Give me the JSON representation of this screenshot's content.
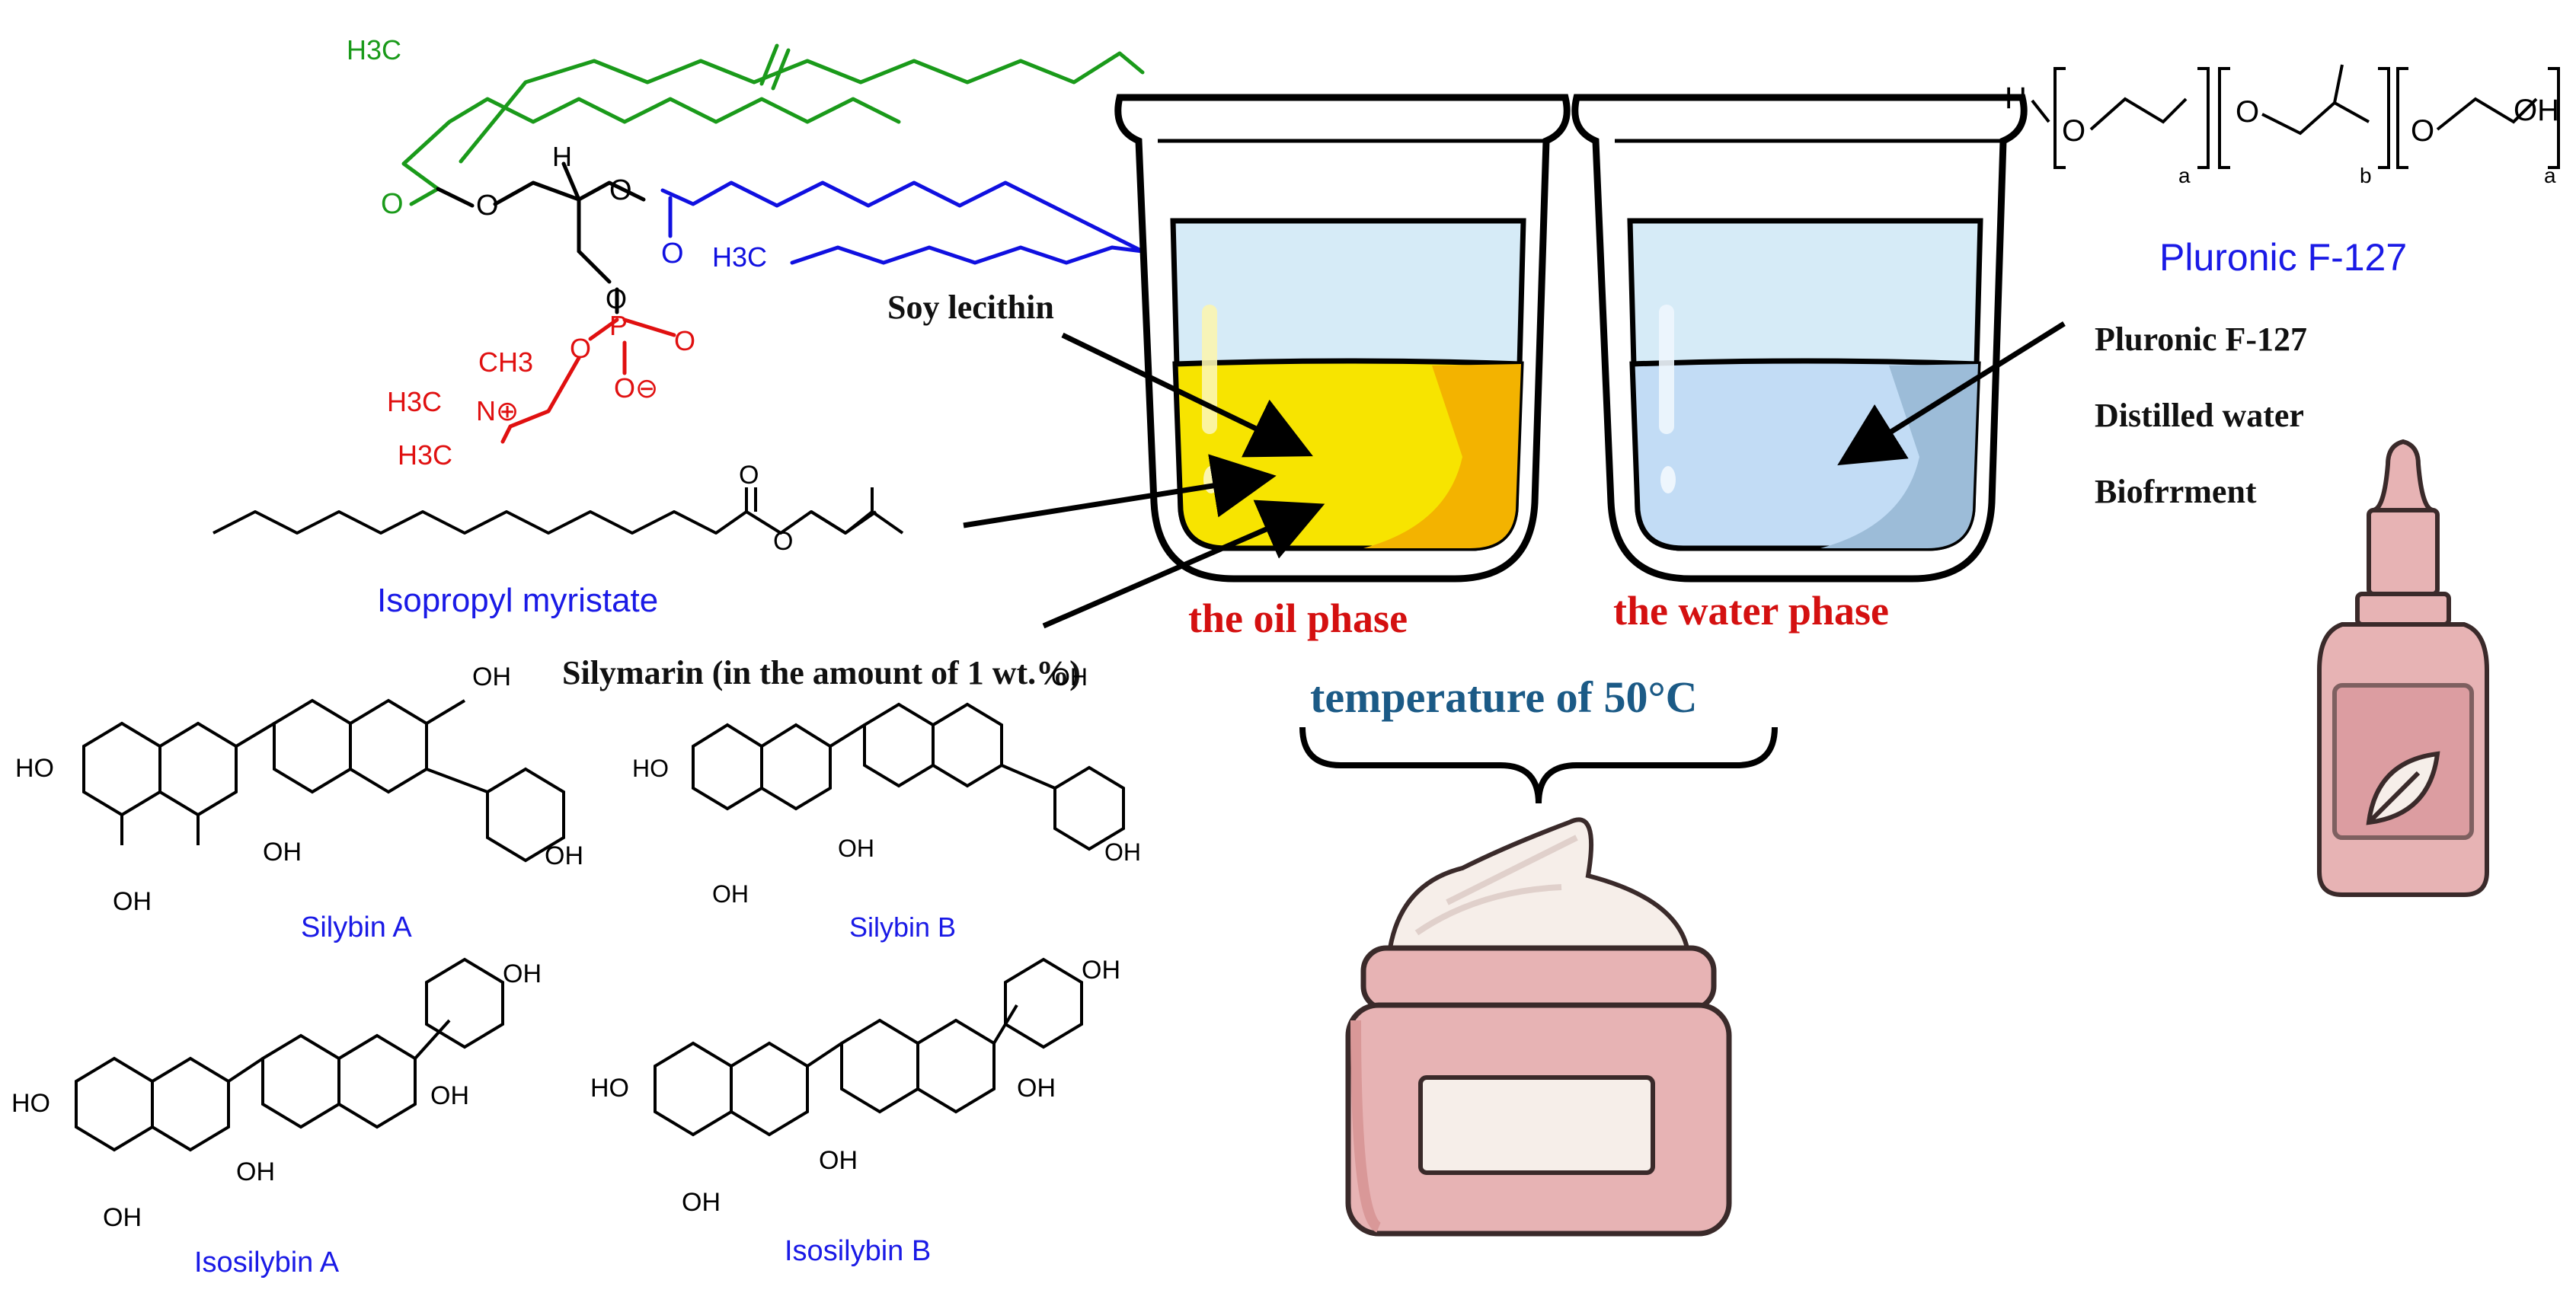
{
  "labels": {
    "soy_lecithin": "Soy lecithin",
    "isopropyl_myristate": "Isopropyl myristate",
    "silymarin": "Silymarin (in the amount of 1 wt.%)",
    "oil_phase": "the oil phase",
    "water_phase": "the water phase",
    "temperature": "temperature of 50°C",
    "pluronic_title": "Pluronic F-127",
    "water_ingredients": [
      "Pluronic F-127",
      "Distilled water",
      "Biofrrment"
    ],
    "silybin_a": "Silybin A",
    "silybin_b": "Silybin B",
    "isosilybin_a": "Isosilybin A",
    "isosilybin_b": "Isosilybin B"
  },
  "chem": {
    "h3c": "H3C",
    "h3c_n": "H3C",
    "ch3": "CH3",
    "n_plus": "N⊕",
    "o": "O",
    "p": "P",
    "o_minus": "O⊖",
    "h": "H",
    "oh": "OH",
    "ho": "HO",
    "sub_a": "a",
    "sub_b": "b"
  },
  "colors": {
    "green_chain": "#1a9a1a",
    "blue_chain": "#1010e0",
    "red_group": "#e01010",
    "label_red": "#d41010",
    "label_blue": "#1a1ae6",
    "temp_blue": "#1b5a86",
    "oil": "#f7e400",
    "oil_dark": "#f3b300",
    "water": "#c2dcf5",
    "water_dark": "#9cbcd8",
    "glass": "#d6ebf7",
    "cosmetic_pink": "#e7b3b4"
  }
}
